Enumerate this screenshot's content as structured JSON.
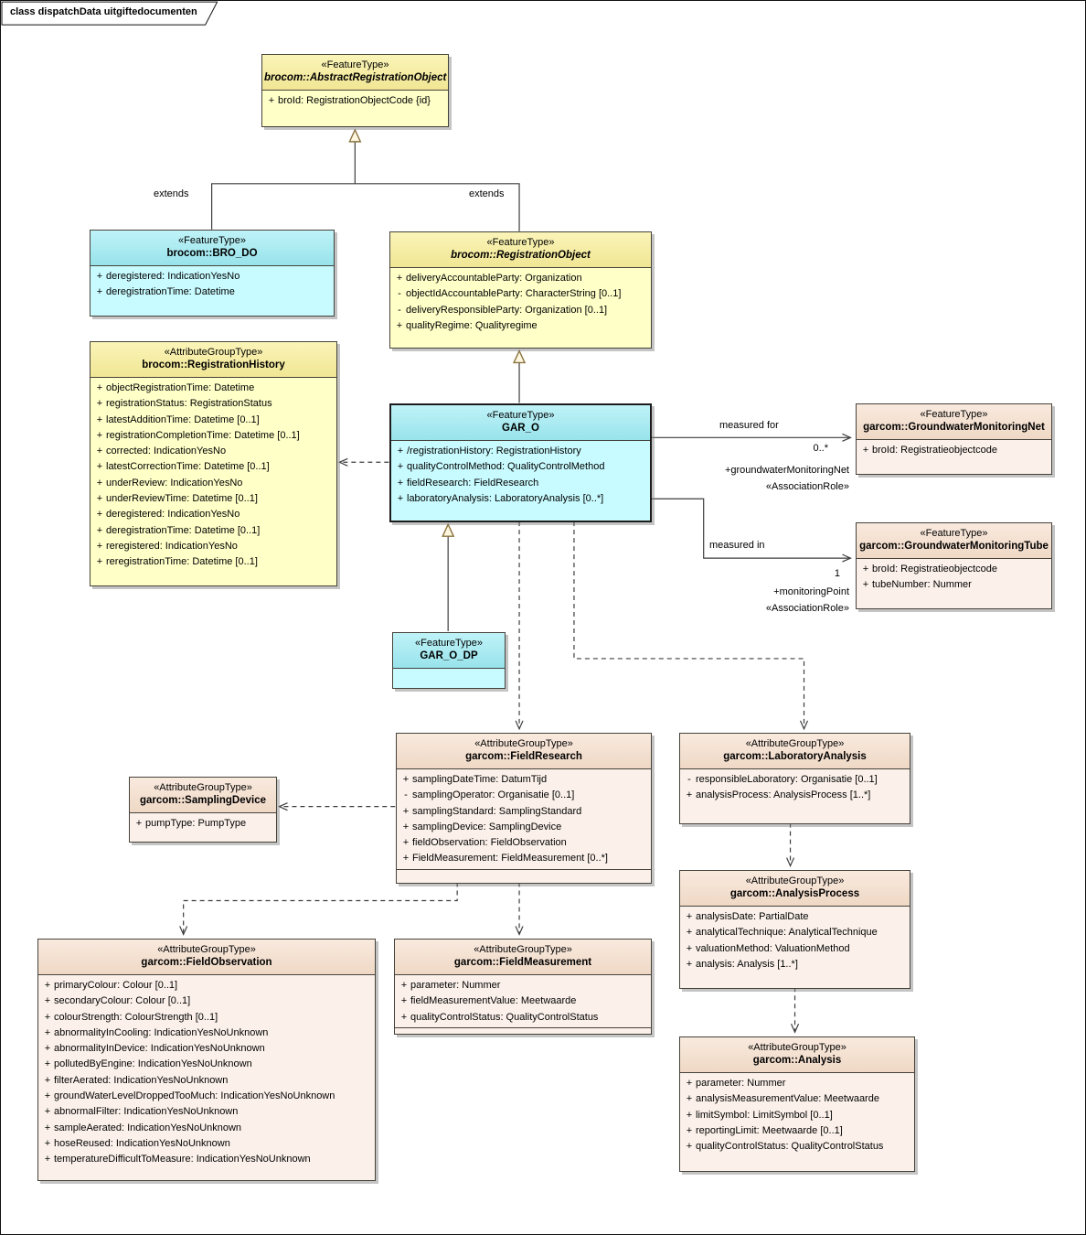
{
  "frame": {
    "title": "class dispatchData uitgiftedocumenten"
  },
  "labels": {
    "extends_left": "extends",
    "extends_right": "extends",
    "measured_for": "measured for",
    "net_multiplicity": "0..*",
    "net_role": "+groundwaterMonitoringNet",
    "net_stereotype": "«AssociationRole»",
    "measured_in": "measured in",
    "tube_multiplicity": "1",
    "tube_role": "+monitoringPoint",
    "tube_stereotype": "«AssociationRole»"
  },
  "classes": {
    "abstractRegistrationObject": {
      "stereotype": "«FeatureType»",
      "name": "brocom::AbstractRegistrationObject",
      "attributes": [
        {
          "v": "+",
          "t": "broId: RegistrationObjectCode {id}"
        }
      ]
    },
    "broDO": {
      "stereotype": "«FeatureType»",
      "name": "brocom::BRO_DO",
      "attributes": [
        {
          "v": "+",
          "t": "deregistered: IndicationYesNo"
        },
        {
          "v": "+",
          "t": "deregistrationTime: Datetime"
        }
      ]
    },
    "registrationObject": {
      "stereotype": "«FeatureType»",
      "name": "brocom::RegistrationObject",
      "attributes": [
        {
          "v": "+",
          "t": "deliveryAccountableParty: Organization"
        },
        {
          "v": "-",
          "t": "objectIdAccountableParty: CharacterString [0..1]"
        },
        {
          "v": "-",
          "t": "deliveryResponsibleParty: Organization [0..1]"
        },
        {
          "v": "+",
          "t": "qualityRegime: Qualityregime"
        }
      ]
    },
    "registrationHistory": {
      "stereotype": "«AttributeGroupType»",
      "name": "brocom::RegistrationHistory",
      "attributes": [
        {
          "v": "+",
          "t": "objectRegistrationTime: Datetime"
        },
        {
          "v": "+",
          "t": "registrationStatus: RegistrationStatus"
        },
        {
          "v": "+",
          "t": "latestAdditionTime: Datetime [0..1]"
        },
        {
          "v": "+",
          "t": "registrationCompletionTime: Datetime [0..1]"
        },
        {
          "v": "+",
          "t": "corrected: IndicationYesNo"
        },
        {
          "v": "+",
          "t": "latestCorrectionTime: Datetime [0..1]"
        },
        {
          "v": "+",
          "t": "underReview: IndicationYesNo"
        },
        {
          "v": "+",
          "t": "underReviewTime: Datetime [0..1]"
        },
        {
          "v": "+",
          "t": "deregistered: IndicationYesNo"
        },
        {
          "v": "+",
          "t": "deregistrationTime: Datetime [0..1]"
        },
        {
          "v": "+",
          "t": "reregistered: IndicationYesNo"
        },
        {
          "v": "+",
          "t": "reregistrationTime: Datetime [0..1]"
        }
      ]
    },
    "garO": {
      "stereotype": "«FeatureType»",
      "name": "GAR_O",
      "attributes": [
        {
          "v": "+",
          "t": "/registrationHistory: RegistrationHistory"
        },
        {
          "v": "+",
          "t": "qualityControlMethod: QualityControlMethod"
        },
        {
          "v": "+",
          "t": "fieldResearch: FieldResearch"
        },
        {
          "v": "+",
          "t": "laboratoryAnalysis: LaboratoryAnalysis [0..*]"
        }
      ]
    },
    "groundwaterMonitoringNet": {
      "stereotype": "«FeatureType»",
      "name": "garcom::GroundwaterMonitoringNet",
      "attributes": [
        {
          "v": "+",
          "t": "broId: Registratieobjectcode"
        }
      ]
    },
    "groundwaterMonitoringTube": {
      "stereotype": "«FeatureType»",
      "name": "garcom::GroundwaterMonitoringTube",
      "attributes": [
        {
          "v": "+",
          "t": "broId: Registratieobjectcode"
        },
        {
          "v": "+",
          "t": "tubeNumber: Nummer"
        }
      ]
    },
    "garODP": {
      "stereotype": "«FeatureType»",
      "name": "GAR_O_DP",
      "attributes": []
    },
    "fieldResearch": {
      "stereotype": "«AttributeGroupType»",
      "name": "garcom::FieldResearch",
      "attributes": [
        {
          "v": "+",
          "t": "samplingDateTime: DatumTijd"
        },
        {
          "v": "-",
          "t": "samplingOperator: Organisatie [0..1]"
        },
        {
          "v": "+",
          "t": "samplingStandard: SamplingStandard"
        },
        {
          "v": "+",
          "t": "samplingDevice: SamplingDevice"
        },
        {
          "v": "+",
          "t": "fieldObservation: FieldObservation"
        },
        {
          "v": "+",
          "t": "FieldMeasurement: FieldMeasurement [0..*]"
        }
      ]
    },
    "laboratoryAnalysis": {
      "stereotype": "«AttributeGroupType»",
      "name": "garcom::LaboratoryAnalysis",
      "attributes": [
        {
          "v": "-",
          "t": "responsibleLaboratory: Organisatie [0..1]"
        },
        {
          "v": "+",
          "t": "analysisProcess: AnalysisProcess [1..*]"
        }
      ]
    },
    "samplingDevice": {
      "stereotype": "«AttributeGroupType»",
      "name": "garcom::SamplingDevice",
      "attributes": [
        {
          "v": "+",
          "t": "pumpType: PumpType"
        }
      ]
    },
    "analysisProcess": {
      "stereotype": "«AttributeGroupType»",
      "name": "garcom::AnalysisProcess",
      "attributes": [
        {
          "v": "+",
          "t": "analysisDate: PartialDate"
        },
        {
          "v": "+",
          "t": "analyticalTechnique: AnalyticalTechnique"
        },
        {
          "v": "+",
          "t": "valuationMethod: ValuationMethod"
        },
        {
          "v": "+",
          "t": "analysis: Analysis [1..*]"
        }
      ]
    },
    "fieldObservation": {
      "stereotype": "«AttributeGroupType»",
      "name": "garcom::FieldObservation",
      "attributes": [
        {
          "v": "+",
          "t": "primaryColour: Colour [0..1]"
        },
        {
          "v": "+",
          "t": "secondaryColour: Colour [0..1]"
        },
        {
          "v": "+",
          "t": "colourStrength: ColourStrength [0..1]"
        },
        {
          "v": "+",
          "t": "abnormalityInCooling: IndicationYesNoUnknown"
        },
        {
          "v": "+",
          "t": "abnormalityInDevice: IndicationYesNoUnknown"
        },
        {
          "v": "+",
          "t": "pollutedByEngine: IndicationYesNoUnknown"
        },
        {
          "v": "+",
          "t": "filterAerated: IndicationYesNoUnknown"
        },
        {
          "v": "+",
          "t": "groundWaterLevelDroppedTooMuch: IndicationYesNoUnknown"
        },
        {
          "v": "+",
          "t": "abnormalFilter: IndicationYesNoUnknown"
        },
        {
          "v": "+",
          "t": "sampleAerated: IndicationYesNoUnknown"
        },
        {
          "v": "+",
          "t": "hoseReused: IndicationYesNoUnknown"
        },
        {
          "v": "+",
          "t": "temperatureDifficultToMeasure: IndicationYesNoUnknown"
        }
      ]
    },
    "fieldMeasurement": {
      "stereotype": "«AttributeGroupType»",
      "name": "garcom::FieldMeasurement",
      "attributes": [
        {
          "v": "+",
          "t": "parameter: Nummer"
        },
        {
          "v": "+",
          "t": "fieldMeasurementValue: Meetwaarde"
        },
        {
          "v": "+",
          "t": "qualityControlStatus: QualityControlStatus"
        }
      ]
    },
    "analysis": {
      "stereotype": "«AttributeGroupType»",
      "name": "garcom::Analysis",
      "attributes": [
        {
          "v": "+",
          "t": "parameter: Nummer"
        },
        {
          "v": "+",
          "t": "analysisMeasurementValue: Meetwaarde"
        },
        {
          "v": "+",
          "t": "limitSymbol: LimitSymbol [0..1]"
        },
        {
          "v": "+",
          "t": "reportingLimit: Meetwaarde [0..1]"
        },
        {
          "v": "+",
          "t": "qualityControlStatus: QualityControlStatus"
        }
      ]
    }
  }
}
